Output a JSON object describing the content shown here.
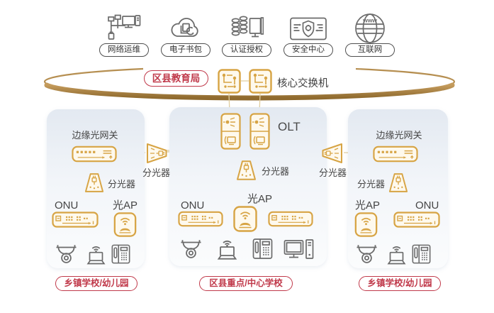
{
  "services": [
    {
      "label": "网络运维",
      "icon": "network-ops-icon"
    },
    {
      "label": "电子书包",
      "icon": "cloud-ebag-icon"
    },
    {
      "label": "认证授权",
      "icon": "auth-server-icon"
    },
    {
      "label": "安全中心",
      "icon": "security-center-icon"
    },
    {
      "label": "互联网",
      "icon": "internet-globe-icon"
    }
  ],
  "backbone": {
    "bureau_label": "区县教育局",
    "core_switch_label": "核心交换机"
  },
  "device_labels": {
    "olt": "OLT",
    "splitter": "分光器",
    "onu": "ONU",
    "optical_ap": "光AP",
    "edge_gateway": "边缘光网关"
  },
  "site_labels": {
    "left": "乡镇学校/幼儿园",
    "center": "区县重点/中心学校",
    "right": "乡镇学校/幼儿园"
  },
  "internet_icon_text": "www",
  "colors": {
    "gold": "#D7A444",
    "gold_fill": "#FEF9ED",
    "line_tan": "#E2CFA0",
    "bronze_dark": "#8F6A2E",
    "bronze_light": "#C49B5C",
    "red": "#C0394A",
    "icon_gray": "#6B6B6B",
    "panel_top": "#E3E9F1"
  }
}
